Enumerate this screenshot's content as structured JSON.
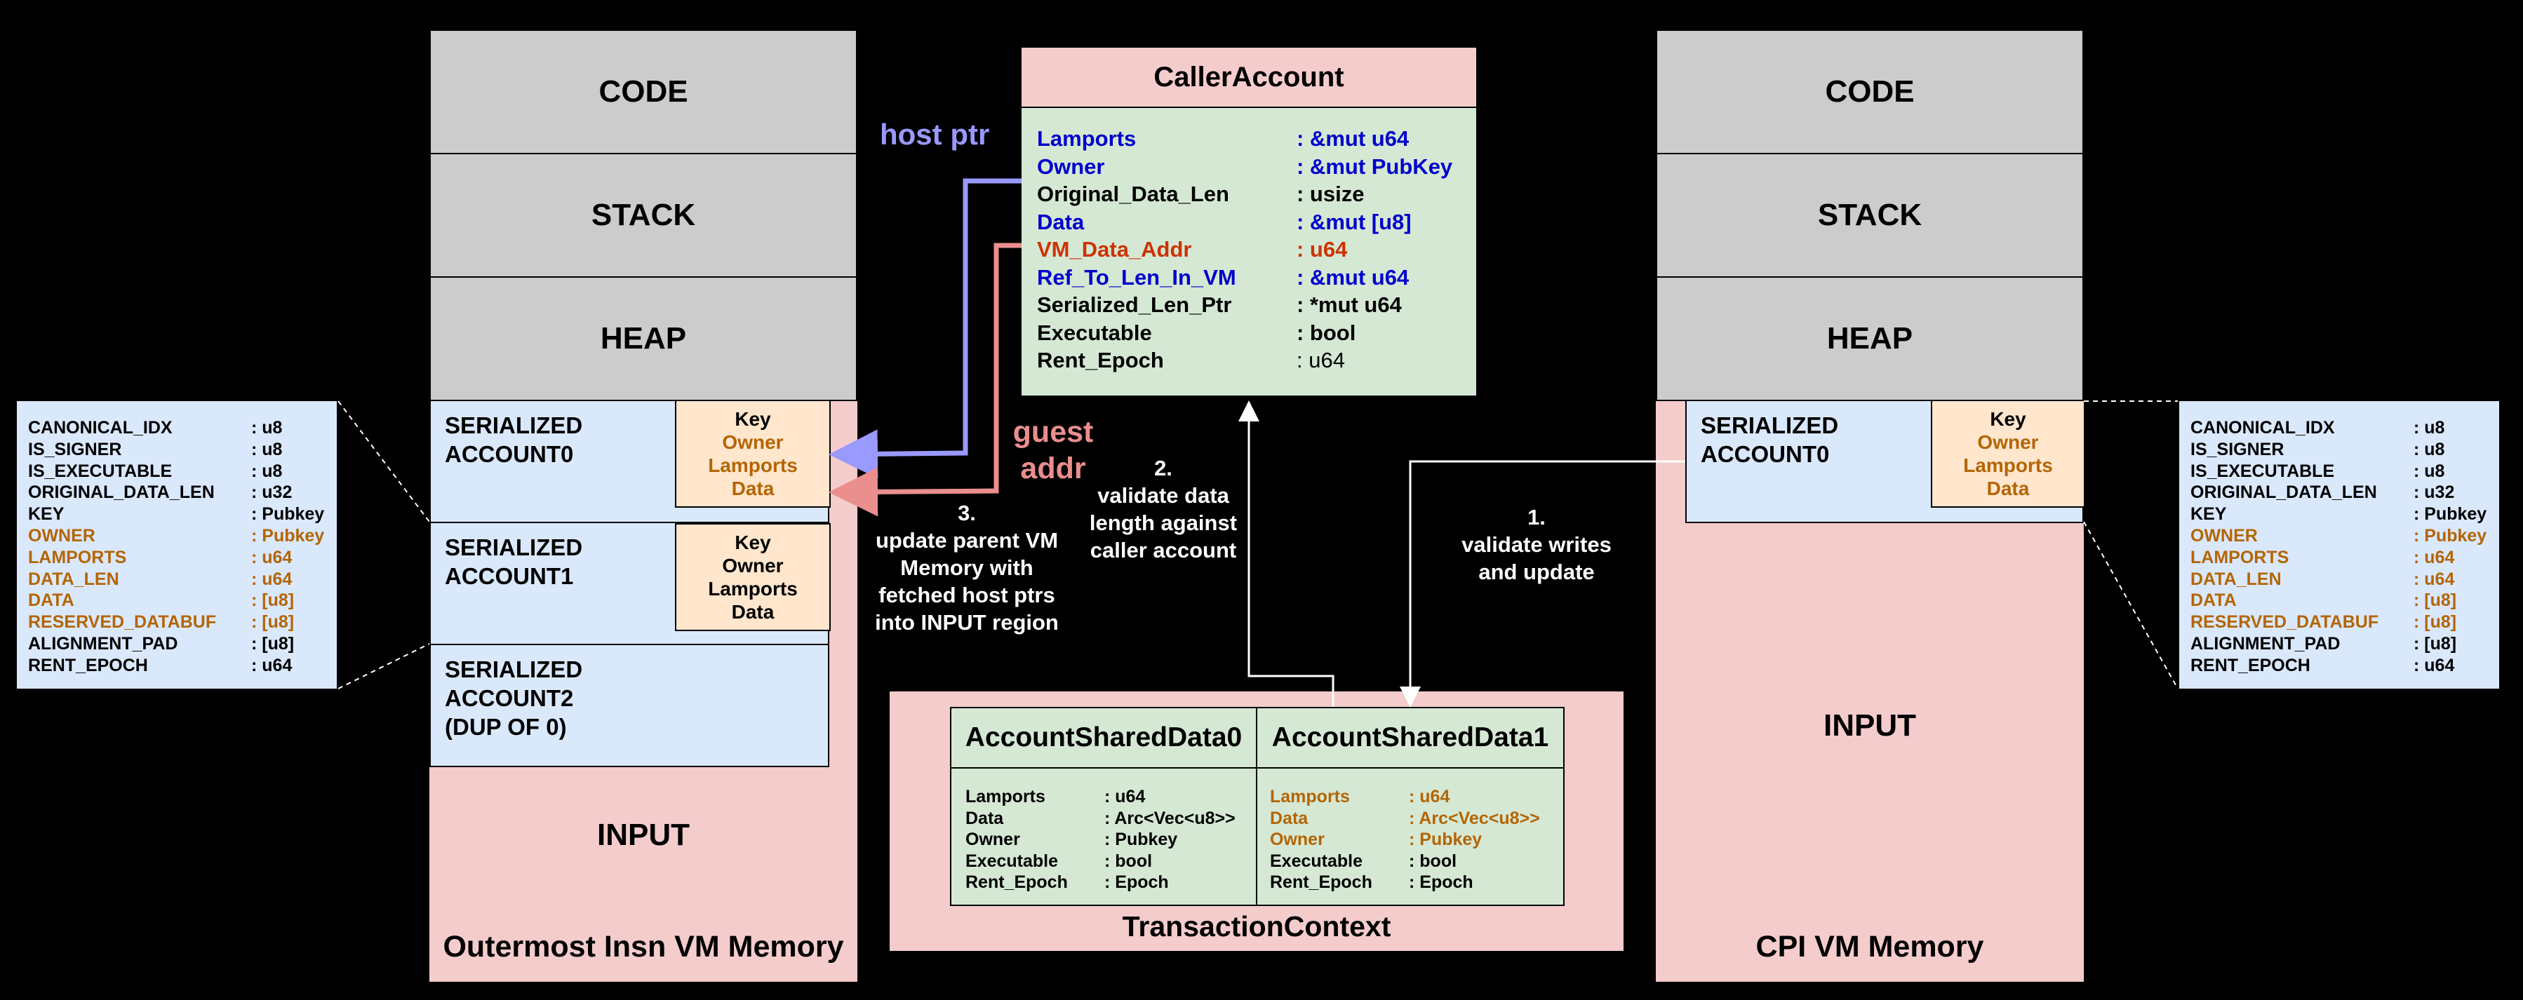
{
  "colors": {
    "gray": "#cccccc",
    "pink": "#f4cccc",
    "blue_fill": "#dae8fc",
    "orange_fill": "#ffe6cc",
    "green_fill": "#d5e8d4",
    "brown": "#b46504",
    "navy": "#0000cc",
    "red": "#cc3300",
    "host_ptr_arrow": "#9999ff",
    "guest_addr_arrow": "#ea8e8e"
  },
  "left_memory": {
    "segments": [
      "CODE",
      "STACK",
      "HEAP"
    ],
    "accounts": [
      {
        "title": "SERIALIZED\nACCOUNT0",
        "key": [
          "Key",
          "Owner",
          "Lamports",
          "Data"
        ]
      },
      {
        "title": "SERIALIZED\nACCOUNT1",
        "key": [
          "Key",
          "Owner",
          "Lamports",
          "Data"
        ]
      },
      {
        "title": "SERIALIZED\nACCOUNT2\n(DUP OF 0)"
      }
    ],
    "input_label": "INPUT",
    "caption": "Outermost Insn VM Memory"
  },
  "right_memory": {
    "segments": [
      "CODE",
      "STACK",
      "HEAP"
    ],
    "account": {
      "title": "SERIALIZED\nACCOUNT0",
      "key": [
        "Key",
        "Owner",
        "Lamports",
        "Data"
      ]
    },
    "input_label": "INPUT",
    "caption": "CPI VM Memory"
  },
  "serialized_fields": [
    {
      "name": "CANONICAL_IDX",
      "type": ": u8",
      "highlight": false
    },
    {
      "name": "IS_SIGNER",
      "type": ": u8",
      "highlight": false
    },
    {
      "name": "IS_EXECUTABLE",
      "type": ": u8",
      "highlight": false
    },
    {
      "name": "ORIGINAL_DATA_LEN",
      "type": ": u32",
      "highlight": false
    },
    {
      "name": "KEY",
      "type": ": Pubkey",
      "highlight": false
    },
    {
      "name": "OWNER",
      "type": ": Pubkey",
      "highlight": true
    },
    {
      "name": "LAMPORTS",
      "type": ": u64",
      "highlight": true
    },
    {
      "name": "DATA_LEN",
      "type": ": u64",
      "highlight": true
    },
    {
      "name": "DATA",
      "type": ": [u8]",
      "highlight": true
    },
    {
      "name": "RESERVED_DATABUF",
      "type": ": [u8]",
      "highlight": true
    },
    {
      "name": "ALIGNMENT_PAD",
      "type": ": [u8]",
      "highlight": false
    },
    {
      "name": "RENT_EPOCH",
      "type": ": u64",
      "highlight": false
    }
  ],
  "caller_account": {
    "title": "CallerAccount",
    "fields": [
      {
        "name": "Lamports",
        "type": ": &mut u64",
        "color": "navy"
      },
      {
        "name": "Owner",
        "type": ": &mut PubKey",
        "color": "navy"
      },
      {
        "name": "Original_Data_Len",
        "type": ": usize",
        "color": "black"
      },
      {
        "name": "Data",
        "type": ": &mut [u8]",
        "color": "navy"
      },
      {
        "name": "VM_Data_Addr",
        "type": ": u64",
        "color": "red"
      },
      {
        "name": "Ref_To_Len_In_VM",
        "type": ": &mut u64",
        "color": "navy"
      },
      {
        "name": "Serialized_Len_Ptr",
        "type": ": *mut u64",
        "color": "black"
      },
      {
        "name": "Executable",
        "type": ": bool",
        "color": "black"
      },
      {
        "name": "Rent_Epoch",
        "type": ": u64",
        "color": "black"
      }
    ]
  },
  "labels": {
    "host_ptr": "host ptr",
    "guest_addr": "guest\naddr",
    "step1": "1.\nvalidate writes\nand update",
    "step2": "2.\nvalidate data\nlength against\ncaller account",
    "step3": "3.\nupdate parent VM\nMemory with\nfetched host ptrs\ninto INPUT region"
  },
  "transaction_context": {
    "caption": "TransactionContext",
    "accounts": [
      {
        "title": "AccountSharedData0",
        "fields": [
          {
            "name": "Lamports",
            "type": ": u64",
            "highlight": false
          },
          {
            "name": "Data",
            "type": ": Arc<Vec<u8>>",
            "highlight": false
          },
          {
            "name": "Owner",
            "type": ": Pubkey",
            "highlight": false
          },
          {
            "name": "Executable",
            "type": ": bool",
            "highlight": false
          },
          {
            "name": "Rent_Epoch",
            "type": ": Epoch",
            "highlight": false
          }
        ]
      },
      {
        "title": "AccountSharedData1",
        "fields": [
          {
            "name": "Lamports",
            "type": ": u64",
            "highlight": true
          },
          {
            "name": "Data",
            "type": ": Arc<Vec<u8>>",
            "highlight": true
          },
          {
            "name": "Owner",
            "type": ": Pubkey",
            "highlight": true
          },
          {
            "name": "Executable",
            "type": ": bool",
            "highlight": false
          },
          {
            "name": "Rent_Epoch",
            "type": ": Epoch",
            "highlight": false
          }
        ]
      }
    ]
  }
}
